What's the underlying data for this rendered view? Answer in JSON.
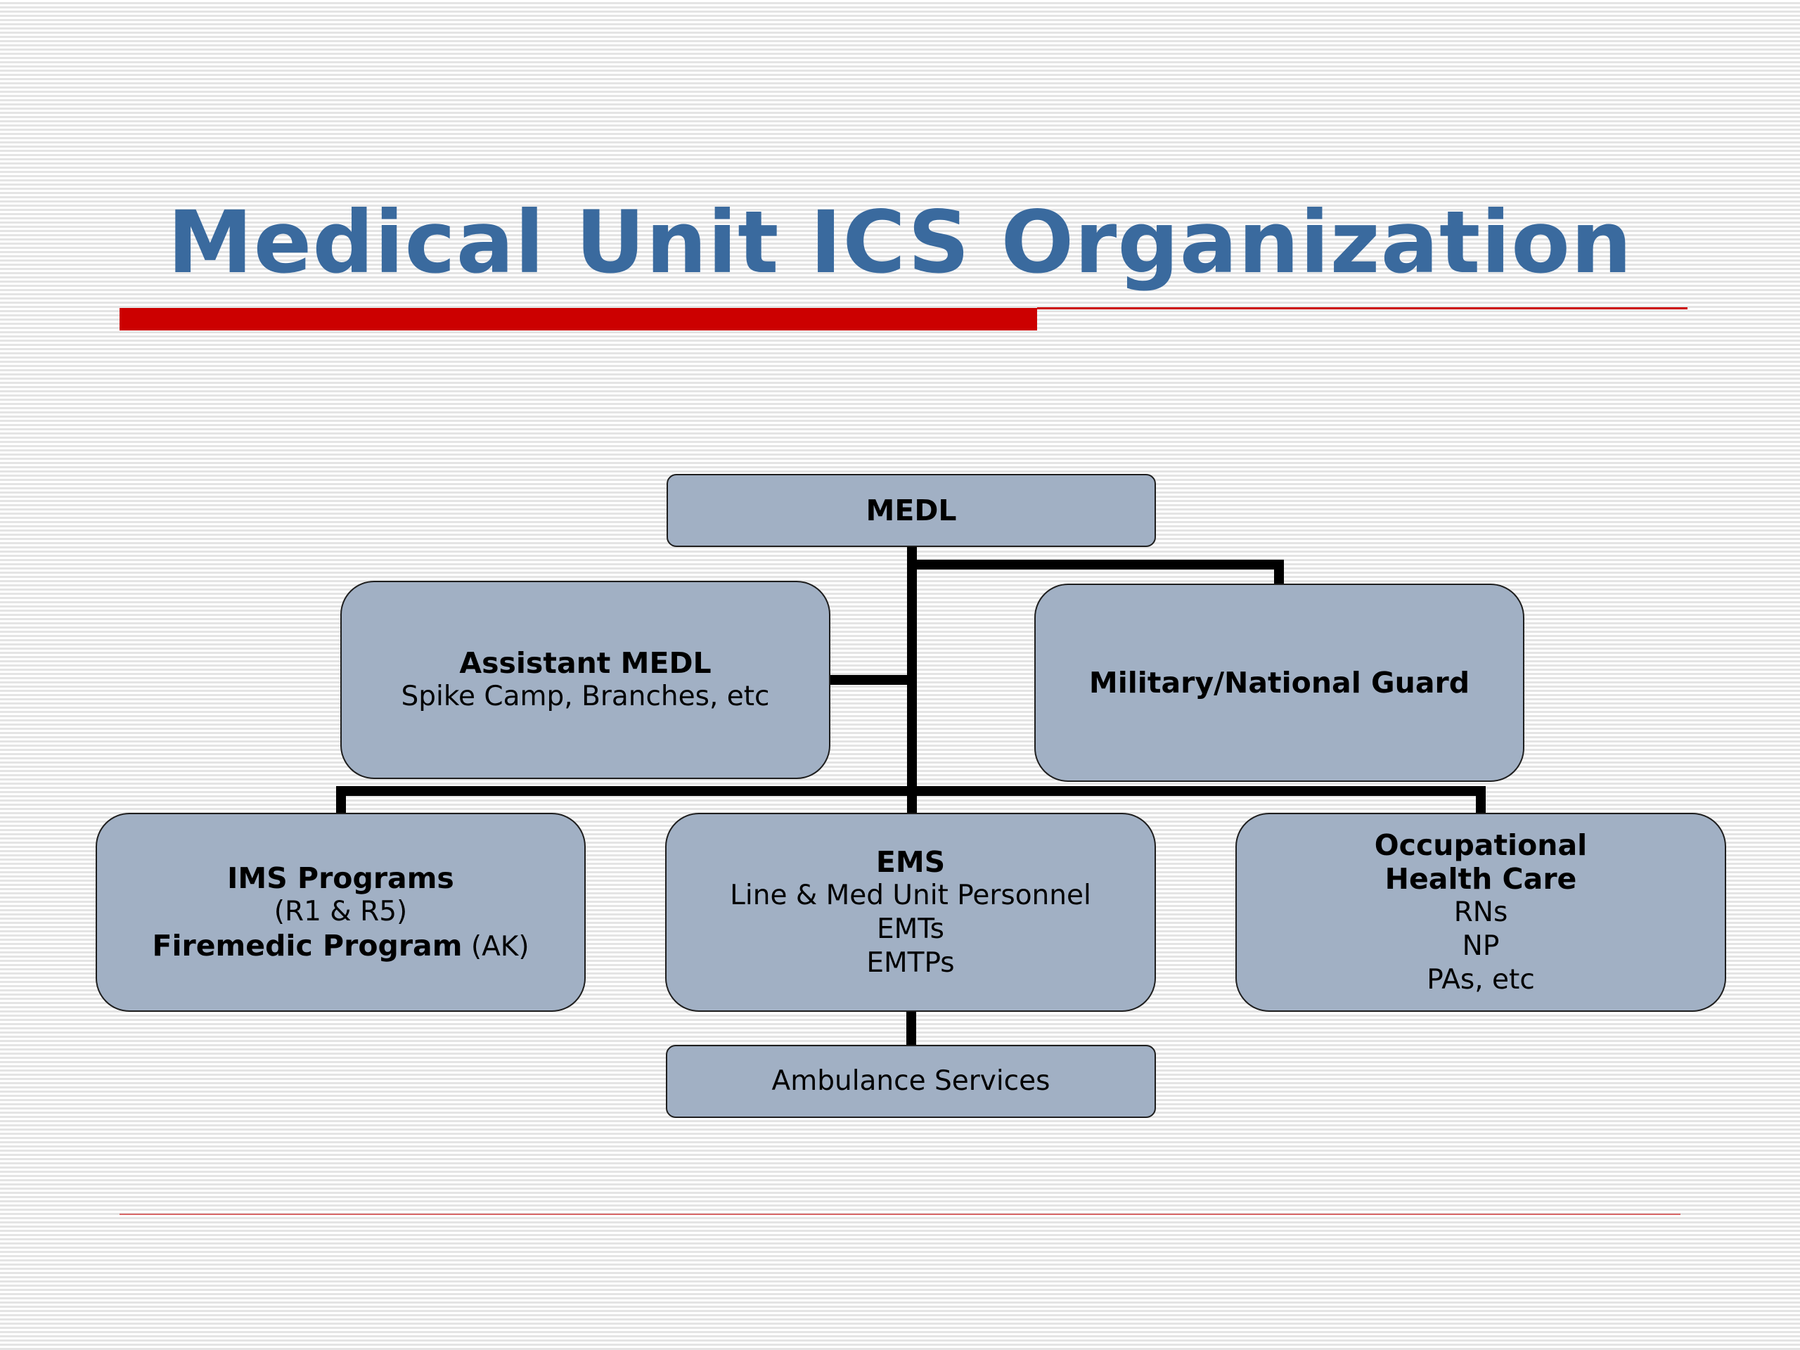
{
  "slide": {
    "title": "Medical Unit ICS Organization"
  },
  "colors": {
    "title": "#3a6a9e",
    "rule": "#cc0000",
    "box_fill": "#a1b0c4",
    "box_border": "#1e1e1e",
    "connector": "#000000"
  },
  "org_chart": {
    "medl": {
      "title": "MEDL"
    },
    "assistant_medl": {
      "title": "Assistant MEDL",
      "subtitle": "Spike Camp, Branches, etc"
    },
    "military": {
      "title": "Military/National Guard"
    },
    "ims": {
      "title": "IMS Programs",
      "regions": "(R1 & R5)",
      "firemedic_title": "Firemedic Program",
      "firemedic_region": " (AK)"
    },
    "ems": {
      "title": "EMS",
      "lines": [
        "Line & Med Unit Personnel",
        "EMTs",
        "EMTPs"
      ]
    },
    "occupational": {
      "title_line1": "Occupational",
      "title_line2": "Health Care",
      "lines": [
        "RNs",
        "NP",
        "PAs, etc"
      ]
    },
    "ambulance": {
      "title": "Ambulance Services"
    }
  }
}
